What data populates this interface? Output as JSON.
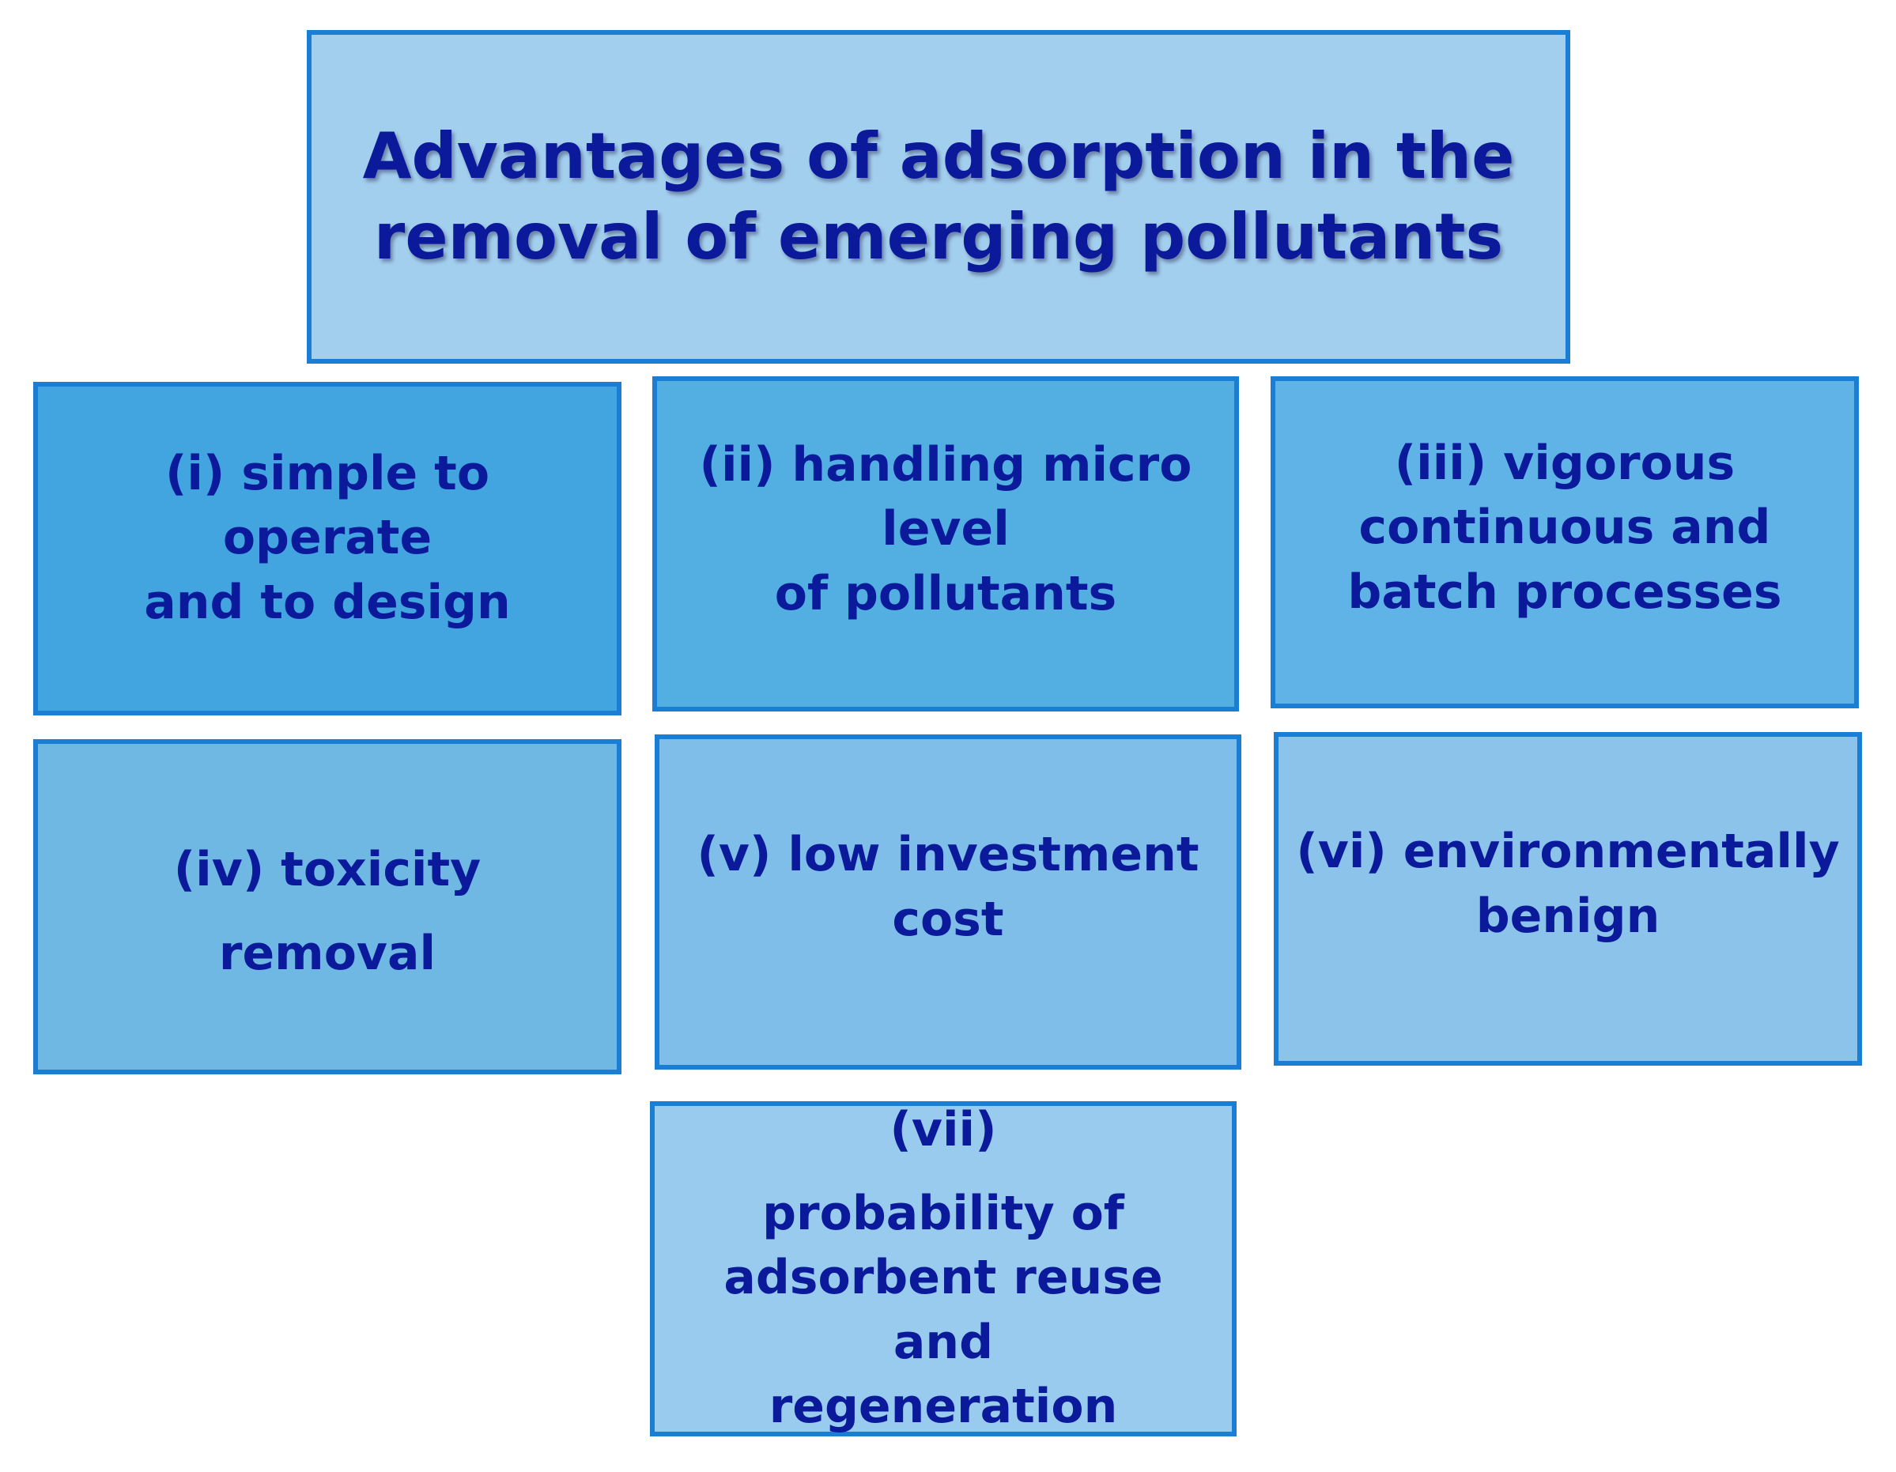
{
  "title": {
    "line1": "Advantages of adsorption in the",
    "line2": "removal of emerging pollutants"
  },
  "items": [
    {
      "lines": [
        "(i) simple to operate",
        "and to design"
      ]
    },
    {
      "lines": [
        "(ii) handling micro",
        "level",
        "of pollutants"
      ]
    },
    {
      "lines": [
        "(iii) vigorous",
        "continuous and",
        "batch processes"
      ]
    },
    {
      "lines": [
        "(iv) toxicity",
        "removal"
      ]
    },
    {
      "lines": [
        "(v) low investment",
        "cost"
      ]
    },
    {
      "lines": [
        "(vi) environmentally",
        "benign"
      ]
    },
    {
      "lines": [
        "(vii)",
        "probability of",
        "adsorbent reuse and",
        "regeneration"
      ]
    }
  ],
  "colors": {
    "border": "#1a7fd4",
    "text": "#0a1a9a",
    "title_fill": "#a3cfee"
  }
}
